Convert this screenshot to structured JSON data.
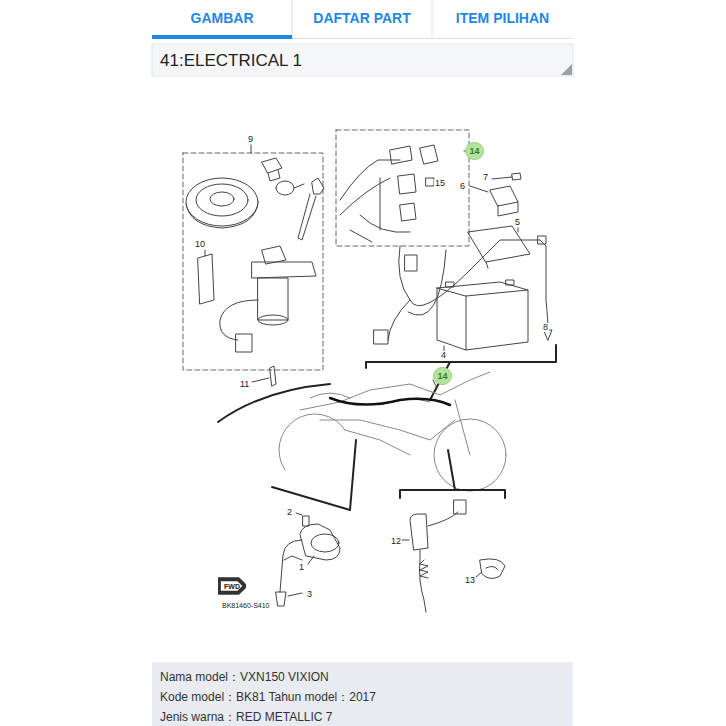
{
  "diagram": {
    "title": "41:ELECTRICAL 1",
    "nodes": [
      {
        "text": [
          "GAMBAR"
        ]
      },
      {
        "text": [
          "DAFTAR PART"
        ]
      },
      {
        "text": [
          "ITEM PILIHAN"
        ]
      },
      {
        "text": [
          "14"
        ]
      },
      {
        "text": [
          "14"
        ]
      },
      {
        "text": [
          "FWD"
        ]
      },
      {
        "text": [
          "Nama model：VXN150 VIXION",
          "Kode model：BK81 Tahun model：2017",
          "Jenis warna：RED METALLIC 7"
        ]
      }
    ],
    "labels": [
      "9",
      "15",
      "7",
      "6",
      "5",
      "10",
      "8",
      "4",
      "11",
      "2",
      "1",
      "3",
      "12",
      "13",
      "BK81460-S410"
    ]
  }
}
